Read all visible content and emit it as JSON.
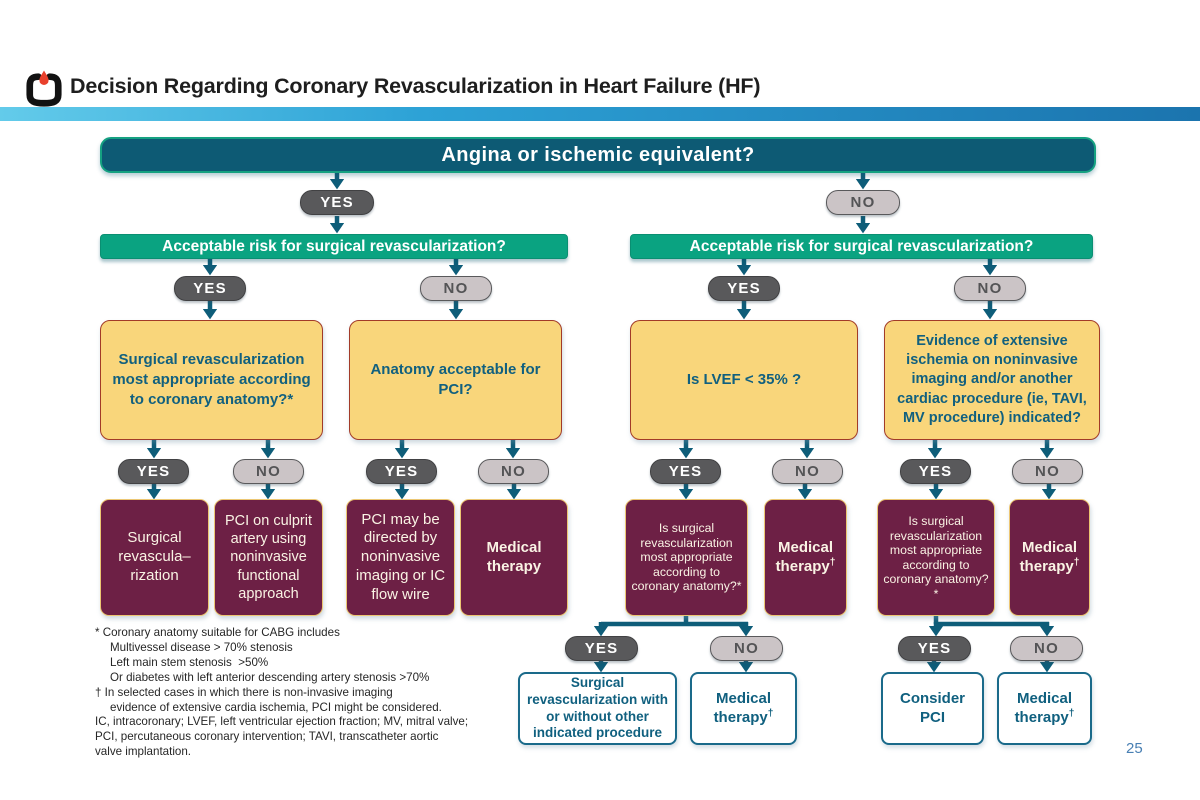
{
  "page": {
    "title": "Decision Regarding Coronary Revascularization in Heart Failure (HF)",
    "page_number": "25"
  },
  "labels": {
    "yes": "YES",
    "no": "NO",
    "dagger": "†",
    "asterisk": "*"
  },
  "nodes": {
    "root": "Angina or ischemic equivalent?",
    "risk_left": "Acceptable risk for surgical revascularization?",
    "risk_right": "Acceptable risk for surgical revascularization?",
    "q_surgical_anatomy": "Surgical revascularization most appropriate according to coronary anatomy?*",
    "q_anatomy_pci": "Anatomy acceptable for PCI?",
    "q_lvef": "Is LVEF < 35% ?",
    "q_evidence": "Evidence of extensive ischemia on noninvasive imaging and/or another cardiac procedure (ie, TAVI, MV procedure) indicated?",
    "surgical_revasc": "Surgical revascula–rization",
    "pci_culprit": "PCI on culprit artery using noninvasive functional approach",
    "pci_directed": "PCI may be directed by noninvasive imaging or IC flow wire",
    "medical_therapy": "Medical therapy",
    "is_surgical_most": "Is surgical revascularization most appropriate according to coronary anatomy?*",
    "surgical_with_other": "Surgical revascularization with or without other indicated procedure",
    "consider_pci": "Consider PCI"
  },
  "footnotes": {
    "lines": [
      "* Coronary anatomy suitable for CABG includes",
      "Multivessel disease > 70% stenosis",
      "Left main stem stenosis  >50%",
      "Or diabetes with left anterior descending artery stenosis >70%",
      "† In selected cases in which there is non-invasive imaging",
      "evidence of extensive cardia ischemia, PCI might be considered.",
      "IC, intracoronary; LVEF, left ventricular ejection fraction; MV, mitral valve;",
      "PCI, percutaneous coronary intervention; TAVI, transcatheter aortic",
      "valve implantation."
    ]
  },
  "colors": {
    "banner_fill": "#0d5a74",
    "banner_border": "#15a181",
    "green_bar": "#0aa381",
    "yes_badge": "#59595b",
    "no_badge": "#cbc4c6",
    "arrow": "#0e5d79",
    "yellow_fill": "#f9d67b",
    "yellow_border": "#a23b28",
    "yellow_text": "#11607f",
    "maroon_fill": "#6d2045",
    "maroon_border": "#ecc673",
    "outcome_border": "#1a6a8a",
    "title_bar_gradient_left": "#63cbea",
    "title_bar_gradient_right": "#1b74ae",
    "logo_red": "#e8402c",
    "page_number_color": "#487fb3"
  }
}
